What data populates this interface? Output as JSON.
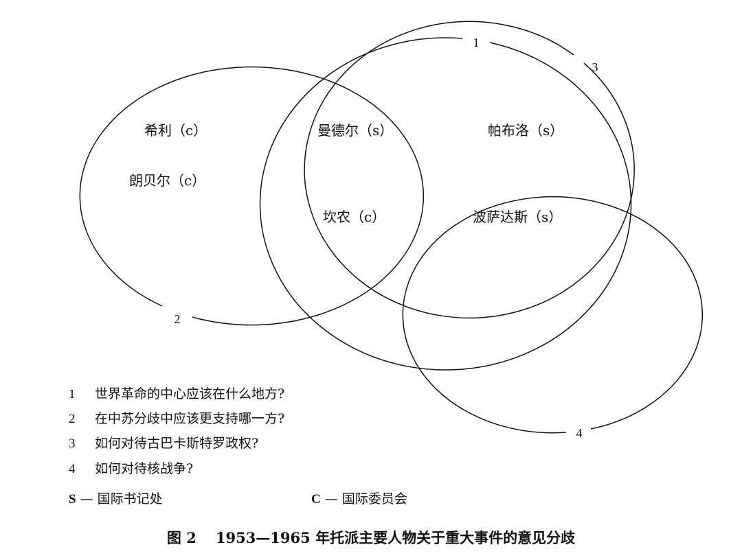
{
  "circles": [
    {
      "number": "1"
    },
    {
      "number": "2"
    },
    {
      "number": "3"
    },
    {
      "number": "4"
    }
  ],
  "people": [
    {
      "label": "希利（c）"
    },
    {
      "label": "朗贝尔（c）"
    },
    {
      "label": "曼德尔（s）"
    },
    {
      "label": "坎农（c）"
    },
    {
      "label": "帕布洛（s）"
    },
    {
      "label": "波萨达斯（s）"
    }
  ],
  "questions": [
    {
      "number": "1",
      "text": "世界革命的中心应该在什么地方?"
    },
    {
      "number": "2",
      "text": "在中苏分歧中应该更支持哪一方?"
    },
    {
      "number": "3",
      "text": "如何对待古巴卡斯特罗政权?"
    },
    {
      "number": "4",
      "text": "如何对待核战争?"
    }
  ],
  "key": [
    {
      "code": "S",
      "dash": "—",
      "text": "国际书记处"
    },
    {
      "code": "C",
      "dash": "—",
      "text": "国际委员会"
    }
  ],
  "caption": {
    "figure": "图 2",
    "text": "1953—1965 年托派主要人物关于重大事件的意见分歧"
  }
}
